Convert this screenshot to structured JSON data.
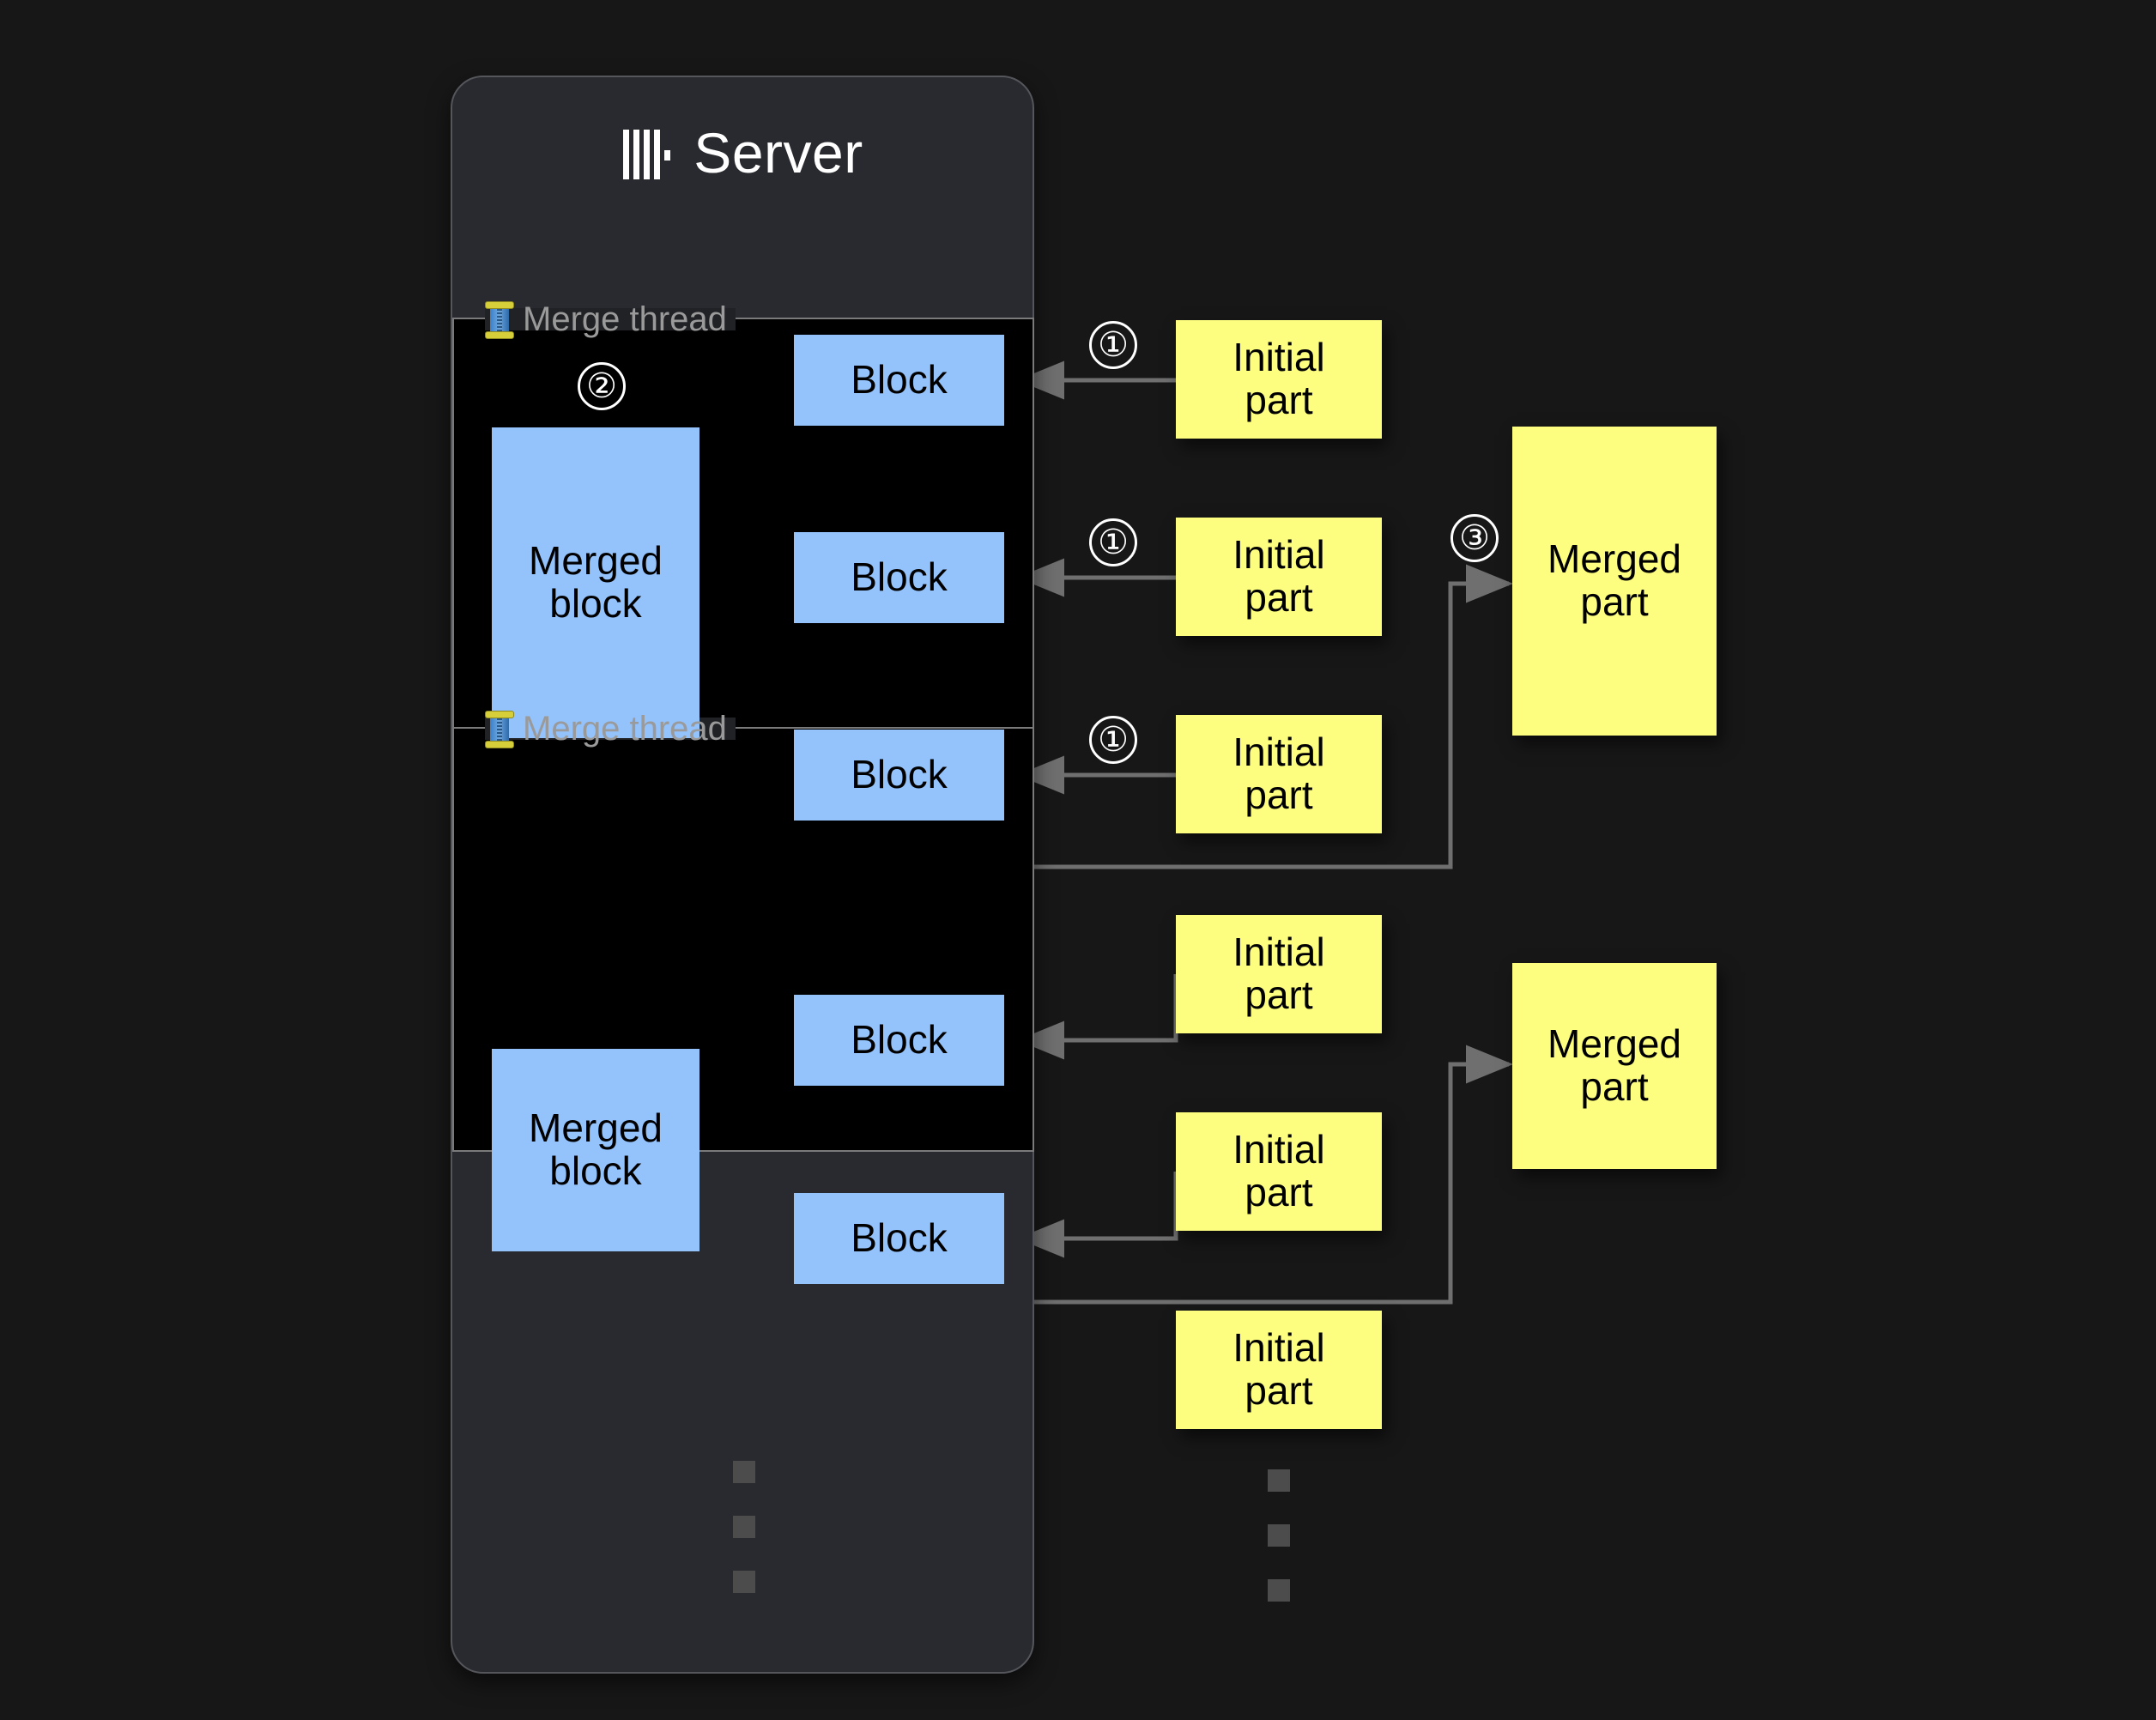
{
  "background_color": "#171717",
  "palette": {
    "panel": "#292A2F",
    "panel_border": "#55565c",
    "thread_box_bg": "#000000",
    "thread_box_border": "#7a7a7a",
    "block_blue": "#94C2FB",
    "part_yellow": "#FDFE7F",
    "arrow_gray": "#7a7a7a",
    "label_gray": "#9a9a9a",
    "marker_white": "#ffffff",
    "dots_gray": "#4C4C4C"
  },
  "server": {
    "title": "Server",
    "logo_icon": "clickhouse-logo-icon"
  },
  "merge_threads": [
    {
      "legend": "Merge thread",
      "legend_icon": "thread-spool-icon",
      "merged_block_label": "Merged\nblock",
      "step_marker": "②",
      "blocks": [
        {
          "label": "Block"
        },
        {
          "label": "Block"
        },
        {
          "label": "Block"
        }
      ]
    },
    {
      "legend": "Merge thread",
      "legend_icon": "thread-spool-icon",
      "merged_block_label": "Merged\nblock",
      "blocks": [
        {
          "label": "Block"
        },
        {
          "label": "Block"
        }
      ]
    }
  ],
  "initial_parts": [
    {
      "label": "Initial\npart",
      "step_marker": "①"
    },
    {
      "label": "Initial\npart",
      "step_marker": "①"
    },
    {
      "label": "Initial\npart",
      "step_marker": "①"
    },
    {
      "label": "Initial\npart",
      "step_marker": ""
    },
    {
      "label": "Initial\npart",
      "step_marker": ""
    },
    {
      "label": "Initial\npart",
      "step_marker": ""
    }
  ],
  "merged_parts": [
    {
      "label": "Merged\npart",
      "step_marker": "③"
    },
    {
      "label": "Merged\npart",
      "step_marker": ""
    }
  ],
  "ellipsis": {
    "server_column": "⋮",
    "parts_column": "⋮"
  }
}
